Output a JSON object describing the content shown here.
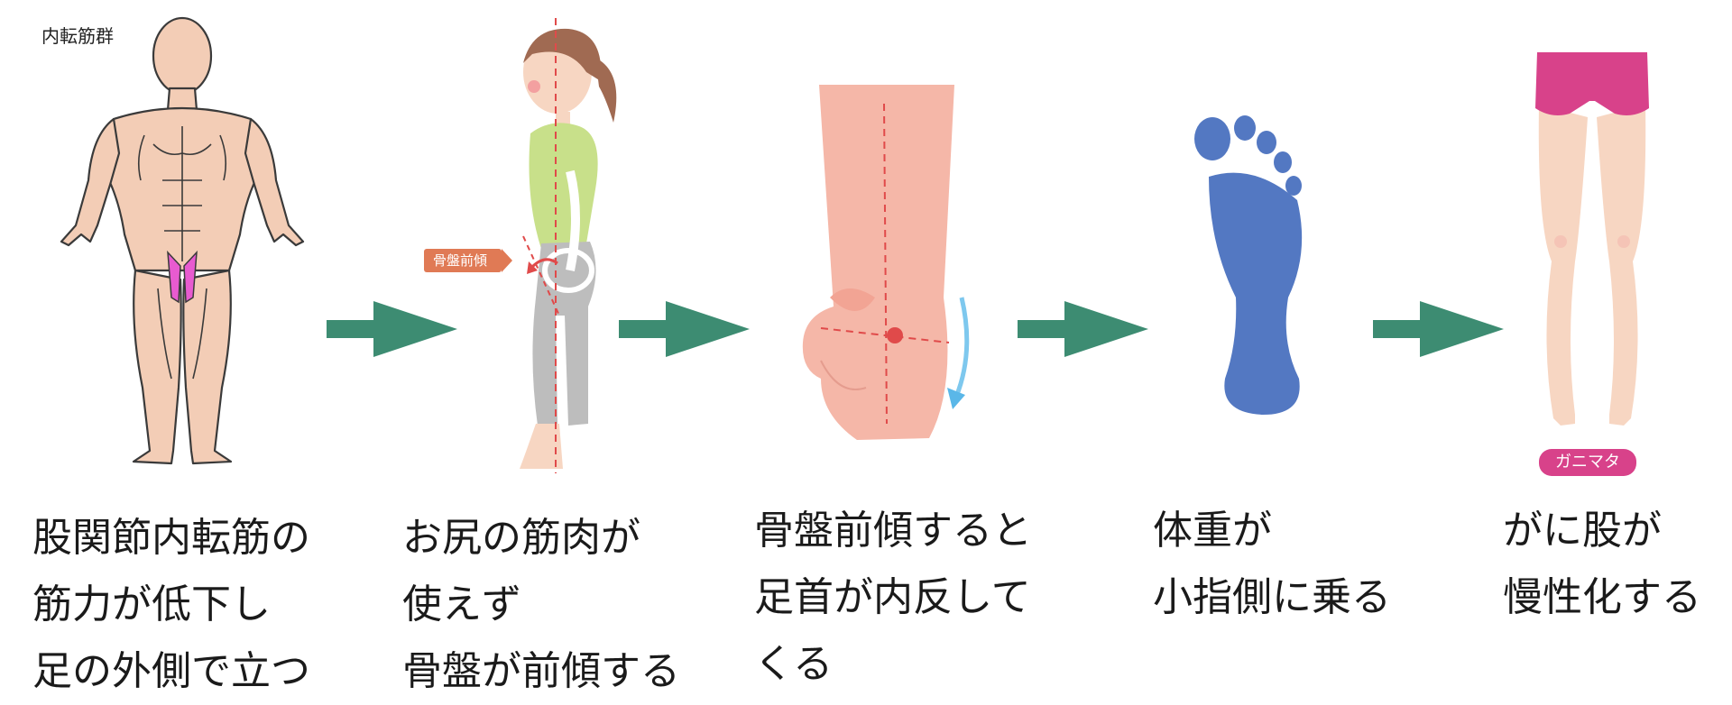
{
  "labels": {
    "muscle_group": "内転筋群",
    "pelvis_tag": "骨盤前傾",
    "ganimata_tag": "ガニマタ"
  },
  "captions": [
    [
      "股関節内転筋の",
      "筋力が低下し",
      "足の外側で立つ"
    ],
    [
      "お尻の筋肉が",
      "使えず",
      "骨盤が前傾する"
    ],
    [
      "骨盤前傾すると",
      "足首が内反して",
      "くる"
    ],
    [
      "体重が",
      "小指側に乗る"
    ],
    [
      "がに股が",
      "慢性化する"
    ]
  ],
  "colors": {
    "arrow": "#3d8c72",
    "skin": "#f3cdb6",
    "adductor_highlight": "#e85bd0",
    "foot_blue": "#5378c2",
    "shorts_pink": "#d8428a",
    "ankle_pink": "#f5b7a8"
  }
}
